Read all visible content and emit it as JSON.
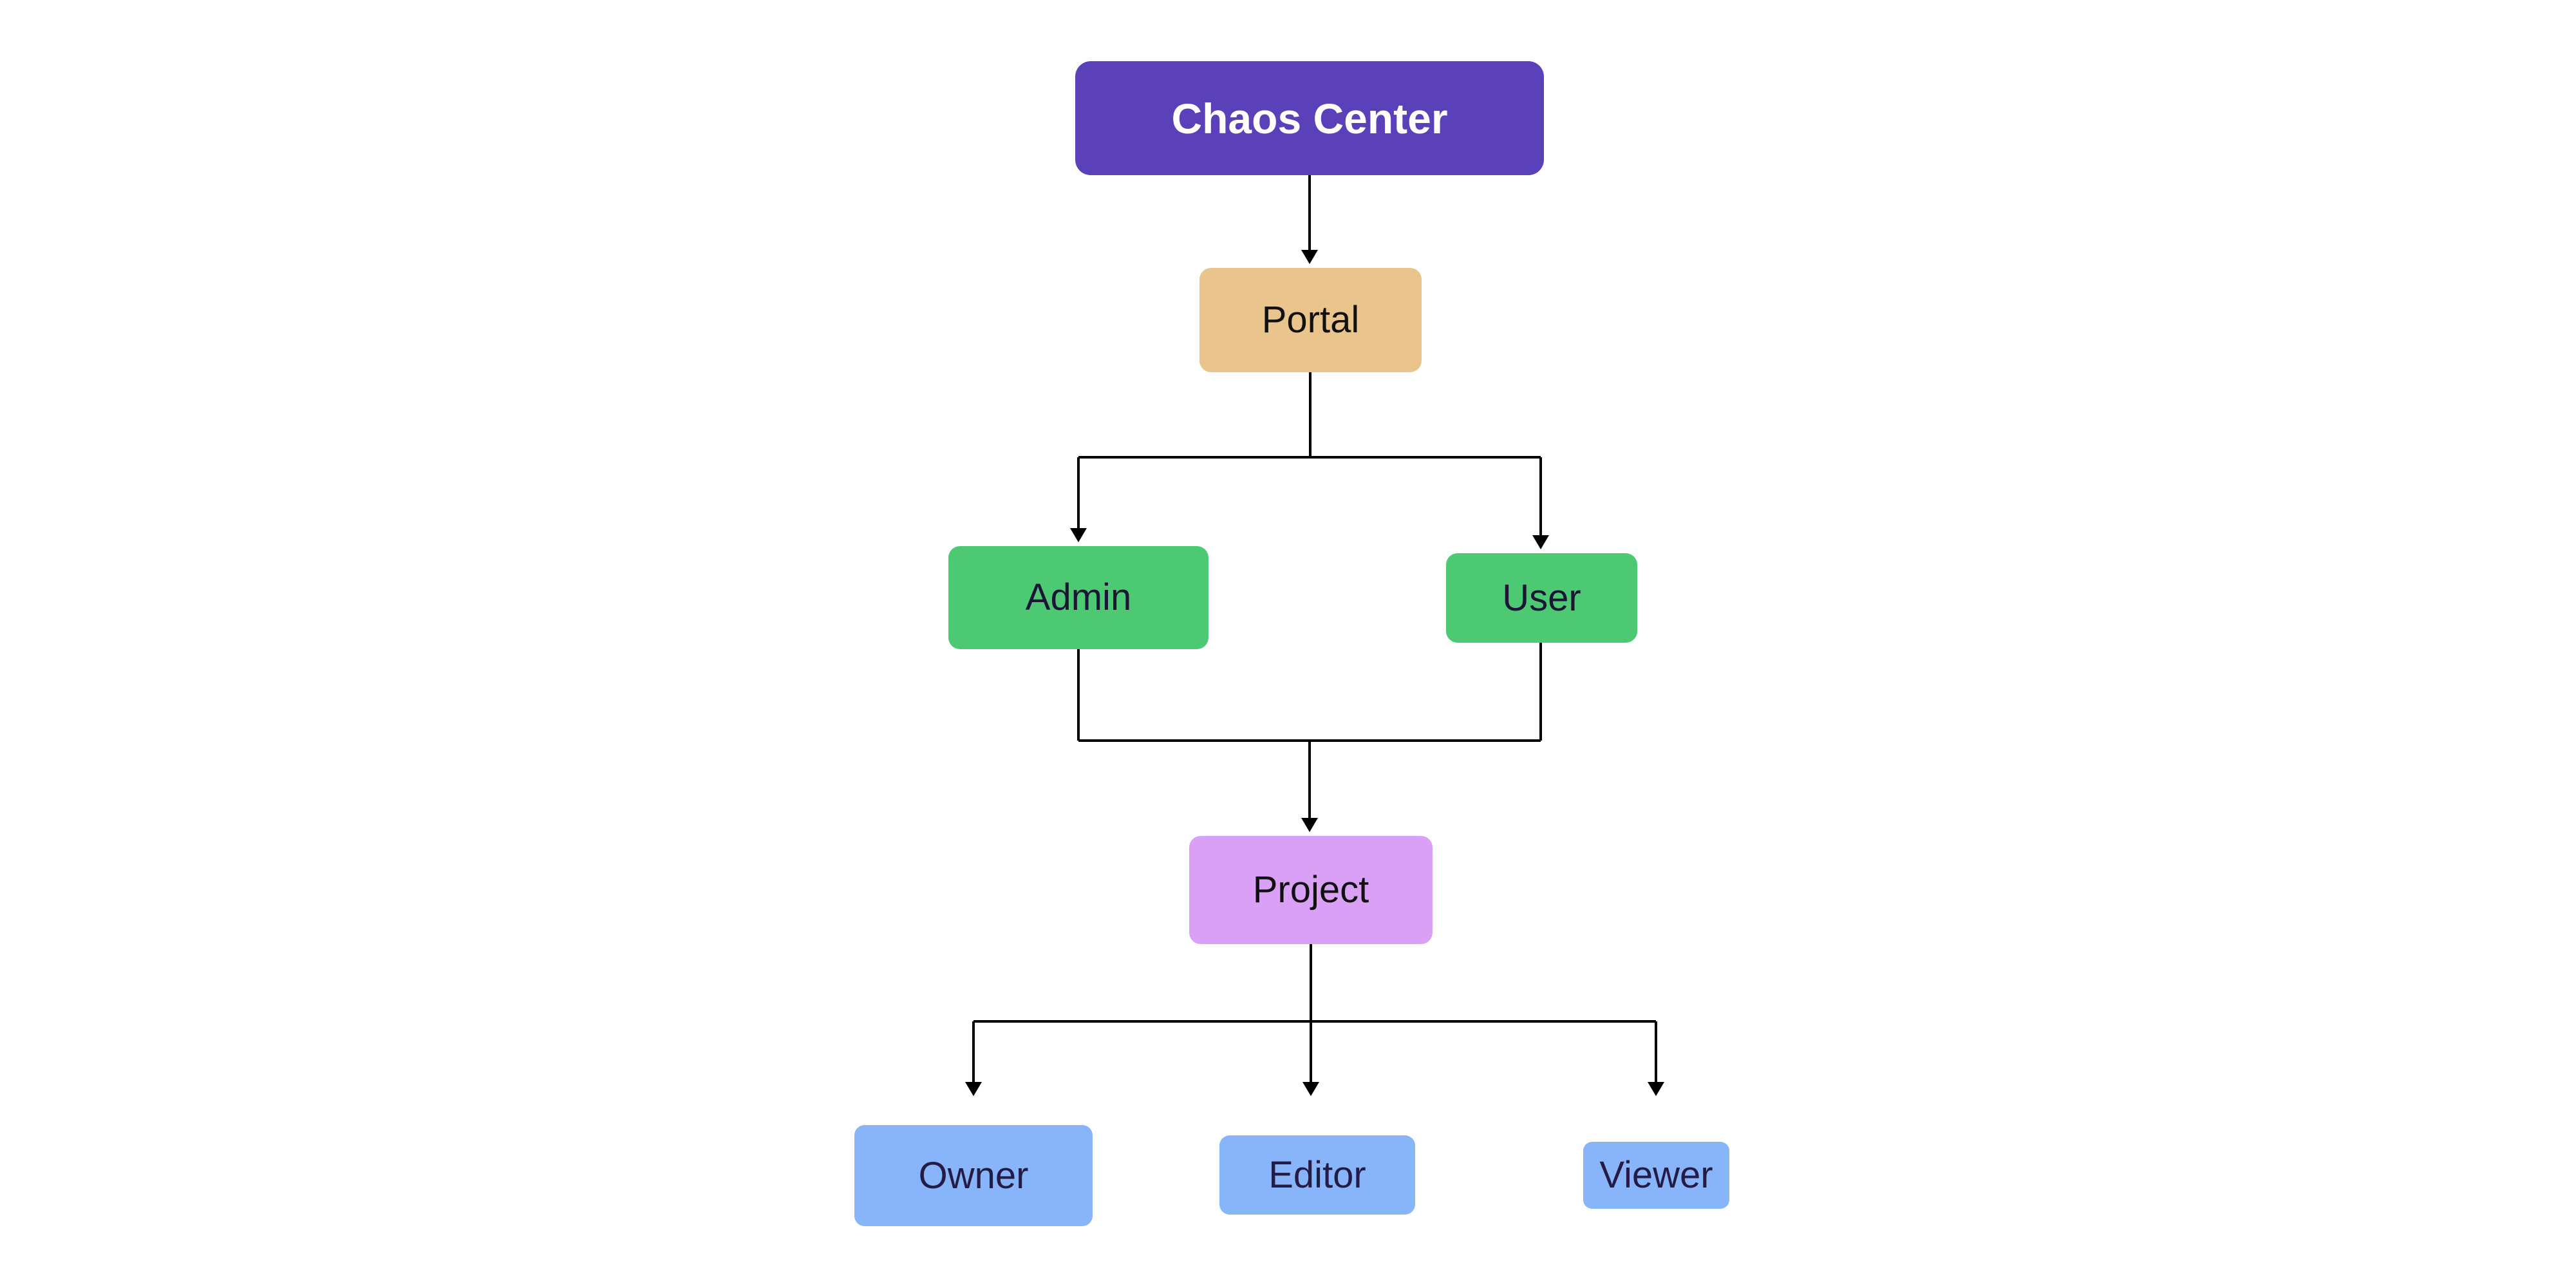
{
  "diagram": {
    "type": "flowchart",
    "background_color": "#FFFFFF",
    "edge_color": "#000000",
    "nodes": [
      {
        "id": "chaos-center",
        "label": "Chaos Center",
        "color": "#5A41BA",
        "text_color": "#FFFFFF",
        "level": 1
      },
      {
        "id": "portal",
        "label": "Portal",
        "color": "#E9C48C",
        "text_color": "#111111",
        "level": 2
      },
      {
        "id": "admin",
        "label": "Admin",
        "color": "#4DC873",
        "text_color": "#1D1535",
        "level": 3
      },
      {
        "id": "user",
        "label": "User",
        "color": "#4DC873",
        "text_color": "#1D1535",
        "level": 3
      },
      {
        "id": "project",
        "label": "Project",
        "color": "#D9A0F5",
        "text_color": "#111111",
        "level": 4
      },
      {
        "id": "owner",
        "label": "Owner",
        "color": "#88B4FA",
        "text_color": "#241C45",
        "level": 5
      },
      {
        "id": "editor",
        "label": "Editor",
        "color": "#88B4FA",
        "text_color": "#241C45",
        "level": 5
      },
      {
        "id": "viewer",
        "label": "Viewer",
        "color": "#88B4FA",
        "text_color": "#241C45",
        "level": 5
      }
    ],
    "edges": [
      {
        "from": "chaos-center",
        "to": "portal"
      },
      {
        "from": "portal",
        "to": "admin"
      },
      {
        "from": "portal",
        "to": "user"
      },
      {
        "from": "admin",
        "to": "project"
      },
      {
        "from": "user",
        "to": "project"
      },
      {
        "from": "project",
        "to": "owner"
      },
      {
        "from": "project",
        "to": "editor"
      },
      {
        "from": "project",
        "to": "viewer"
      }
    ]
  }
}
